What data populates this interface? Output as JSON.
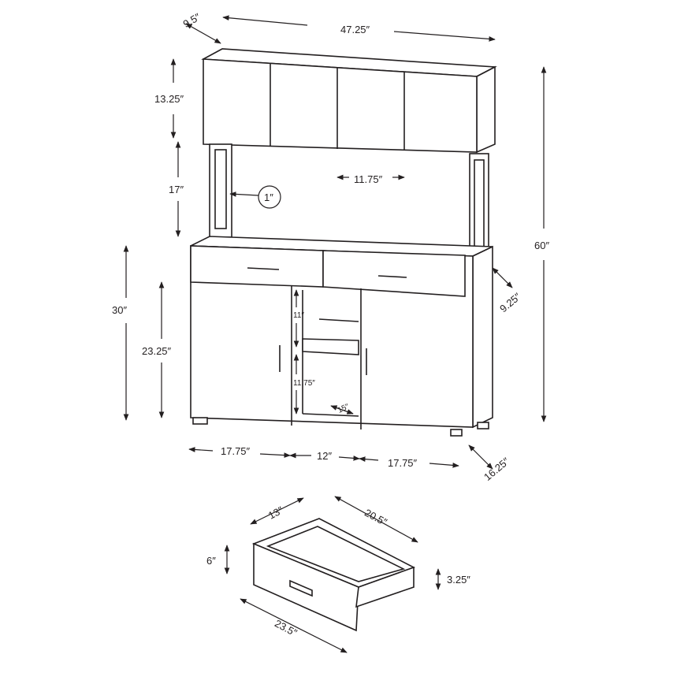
{
  "title": "Cabinet dimension diagram",
  "colors": {
    "line": "#231f20",
    "background": "#ffffff"
  },
  "dimensions": {
    "hutch_depth": "9.5″",
    "total_width": "47.25″",
    "upper_cabinet_height": "13.25″",
    "hutch_opening_height": "17″",
    "post_width": "1″",
    "upper_door_width": "11.75″",
    "total_height": "60″",
    "base_height": "30″",
    "base_door_height": "23.25″",
    "upper_shelf_gap": "11″",
    "lower_shelf_gap": "11.75″",
    "shelf_depth": "15″",
    "counter_depth": "9.25″",
    "left_door_width": "17.75″",
    "middle_opening_width": "12″",
    "right_door_width": "17.75″",
    "base_depth": "16.25″"
  },
  "drawer": {
    "inner_depth": "13″",
    "inner_width": "20.5″",
    "front_height": "6″",
    "inner_height": "3.25″",
    "front_width": "23.5″"
  }
}
